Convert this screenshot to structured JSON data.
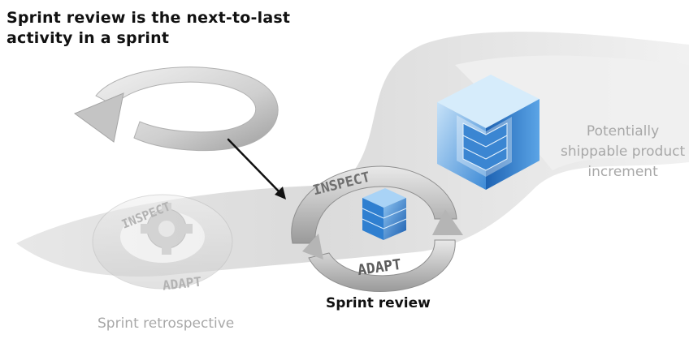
{
  "title": "Sprint review is the next-to-last\nactivity in a sprint",
  "captions": {
    "sprint_review": "Sprint review",
    "sprint_retrospective": "Sprint retrospective",
    "increment": "Potentially\nshippable product\nincrement"
  },
  "rings": {
    "review_inspect": "INSPECT",
    "review_adapt": "ADAPT",
    "retro_inspect": "INSPECT",
    "retro_adapt": "ADAPT"
  },
  "colors": {
    "path_light": "#e3e3e3",
    "path_dark": "#b5b5b5",
    "cube_blue": "#2f7fd0",
    "cube_light": "#9fcdf3",
    "ring_gray": "#c9c9c9",
    "text_dark": "#111111",
    "text_gray": "#a8a8a8"
  }
}
